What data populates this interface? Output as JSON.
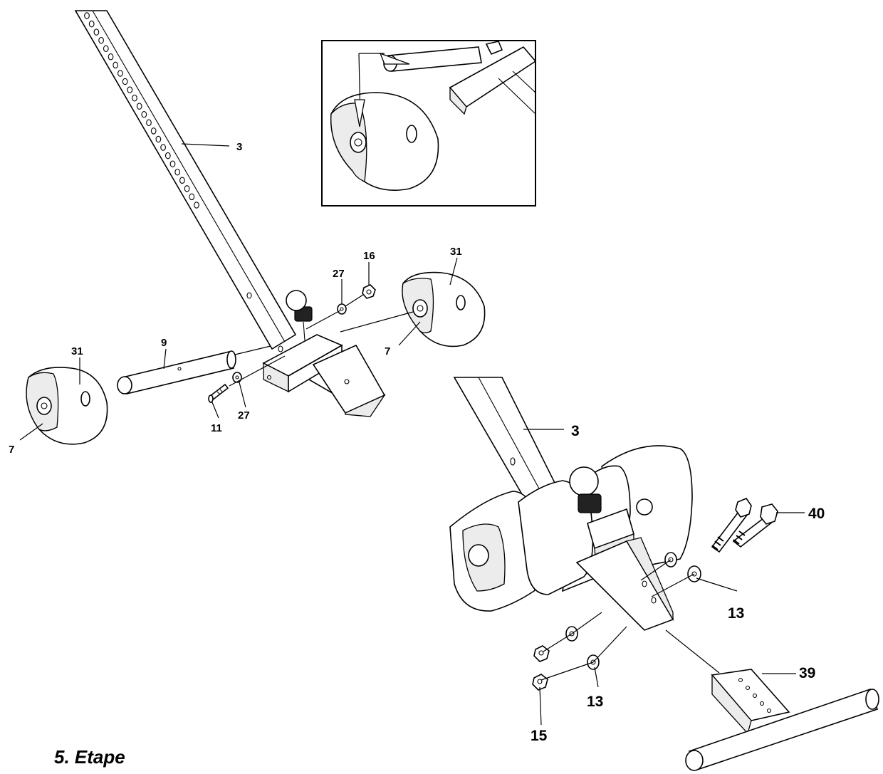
{
  "step_title": "5. Etape",
  "labels": {
    "top_frame": "3",
    "pin_left": "9",
    "roller_left": "31",
    "roller_right": "31",
    "cap_left": "7",
    "cap_right": "7",
    "washer_top": "27",
    "washer_bottom": "27",
    "nut_top": "16",
    "bolt_small": "11",
    "bottom_frame": "3",
    "bolt_long": "40",
    "washer_right": "13",
    "washer_low": "13",
    "nut_low": "15",
    "foot_tube": "39"
  }
}
